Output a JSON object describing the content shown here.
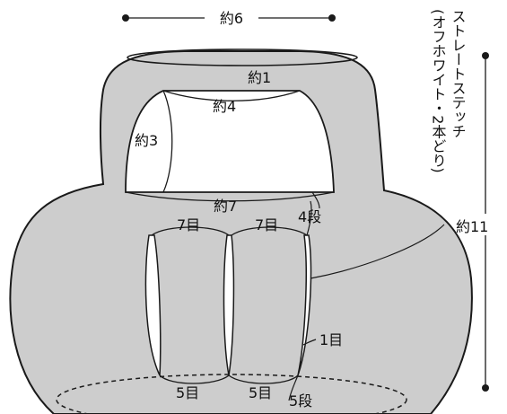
{
  "colors": {
    "body_fill": "#cdcdcd",
    "stroke": "#1a1a1a",
    "slit_fill": "#ffffff",
    "background": "#ffffff"
  },
  "labels": {
    "top_width": "約6",
    "gap_top": "約1",
    "opening_top": "約4",
    "opening_side": "約3",
    "opening_bottom": "約7",
    "rows_4": "4段",
    "stitch_7a": "7目",
    "stitch_7b": "7目",
    "height": "約11",
    "stitch_1": "1目",
    "stitch_5a": "5目",
    "stitch_5b": "5目",
    "rows_5": "5段",
    "straight_stitch": "ストレートステッチ",
    "straight_stitch_note": "(オフホワイト・2本どり)"
  }
}
